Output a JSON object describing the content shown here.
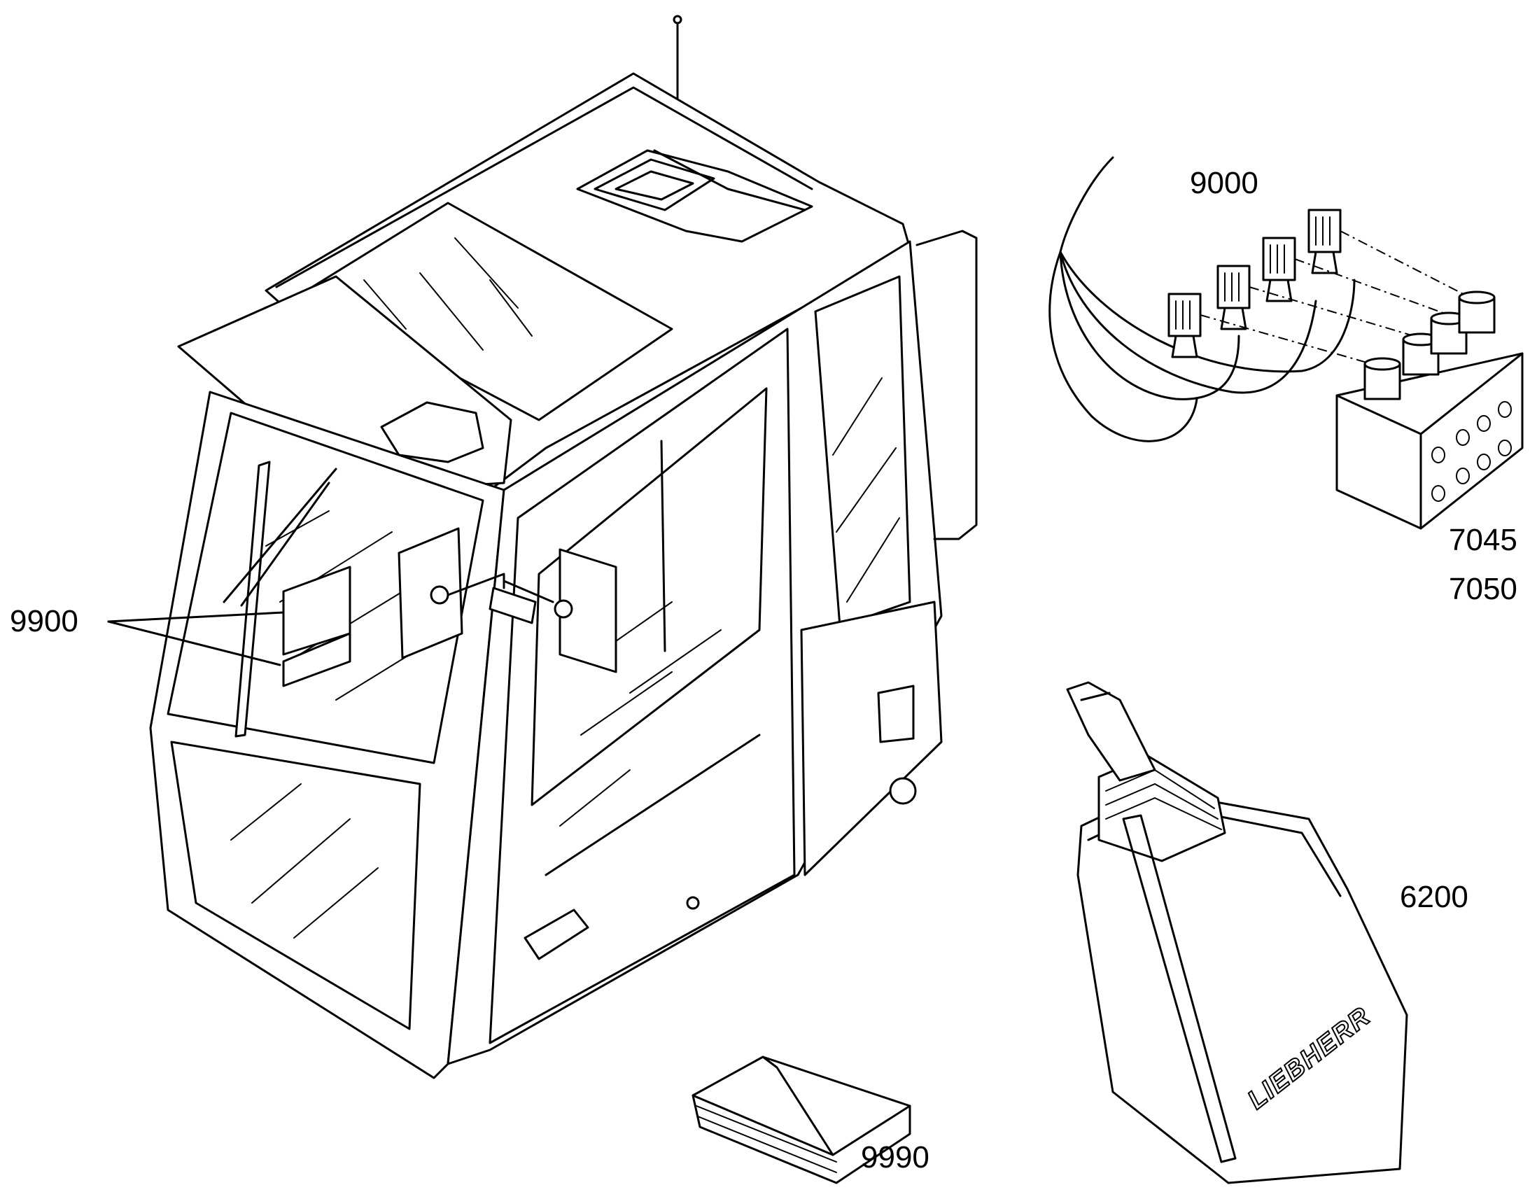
{
  "callouts": {
    "windshield_labels": "9900",
    "wiring_harness": "9000",
    "valve_block_a": "7045",
    "valve_block_b": "7050",
    "joystick_box": "6200",
    "manual": "9990"
  },
  "joystick_box": {
    "brand": "LIEBHERR"
  }
}
